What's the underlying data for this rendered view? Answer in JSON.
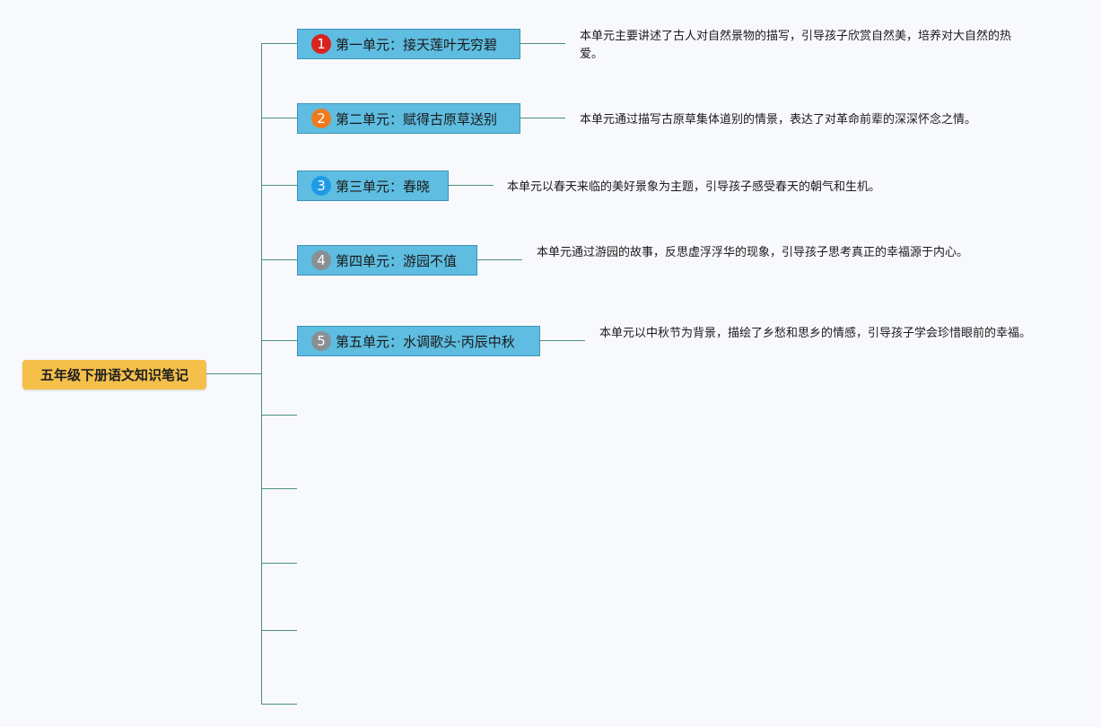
{
  "root": {
    "title": "五年级下册语文知识笔记"
  },
  "units": [
    {
      "number": "1",
      "label": "第一单元：接天莲叶无穷碧",
      "badge_color": "#d9231f",
      "description": "本单元主要讲述了古人对自然景物的描写，引导孩子欣赏自然美，培养对大自然的热爱。"
    },
    {
      "number": "2",
      "label": "第二单元：赋得古原草送别",
      "badge_color": "#ee7a1d",
      "description": "本单元通过描写古原草集体道别的情景，表达了对革命前辈的深深怀念之情。"
    },
    {
      "number": "3",
      "label": "第三单元：春晓",
      "badge_color": "#1f9ae6",
      "description": "本单元以春天来临的美好景象为主题，引导孩子感受春天的朝气和生机。"
    },
    {
      "number": "4",
      "label": "第四单元：游园不值",
      "badge_color": "#8a8f94",
      "description": "本单元通过游园的故事，反思虚浮浮华的现象，引导孩子思考真正的幸福源于内心。"
    },
    {
      "number": "5",
      "label": "第五单元：水调歌头·丙辰中秋",
      "badge_color": "#8a8f94",
      "description": "本单元以中秋节为背景，描绘了乡愁和思乡的情感，引导孩子学会珍惜眼前的幸福。"
    }
  ],
  "colors": {
    "root_fill": "#f4c04a",
    "unit_fill": "#5ebde0",
    "connector": "#4a8f79",
    "background": "#f8f9fd"
  }
}
